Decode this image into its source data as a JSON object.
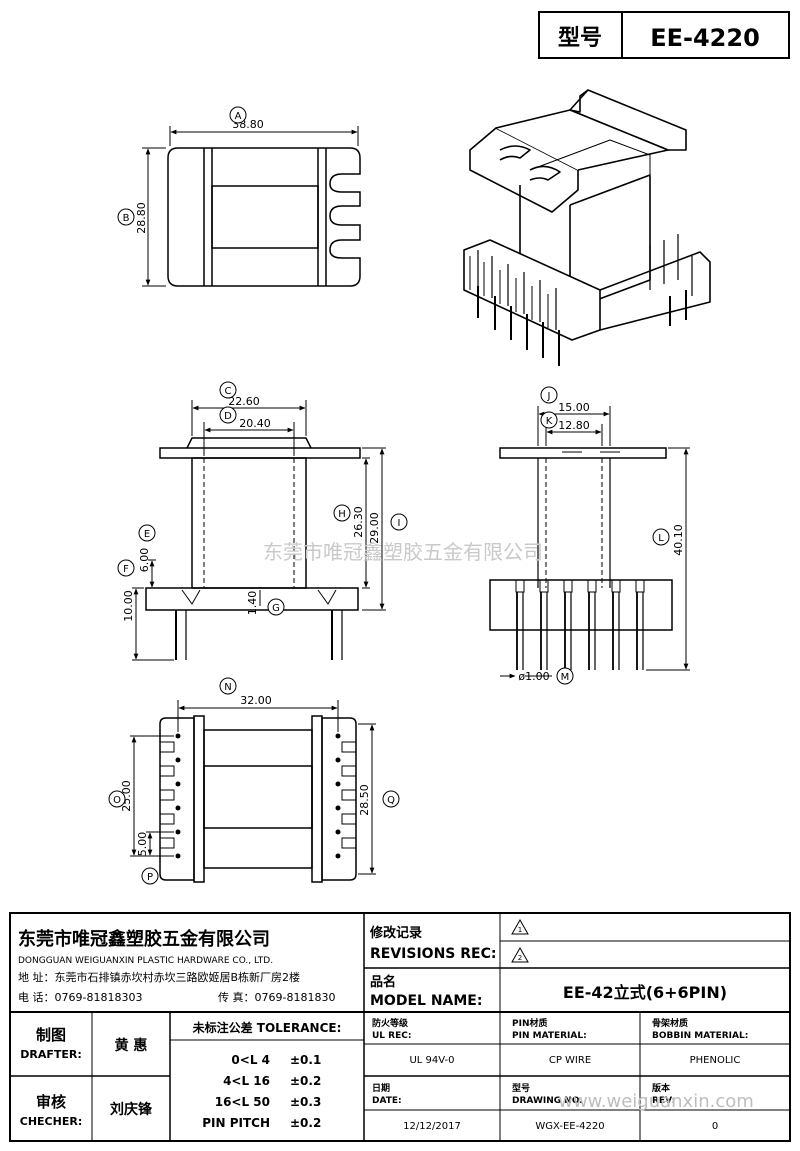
{
  "header": {
    "type_label": "型号",
    "model_code": "EE-4220"
  },
  "dims": {
    "A": "38.80",
    "B": "28.80",
    "C": "22.60",
    "D": "20.40",
    "E": "6.00",
    "F": "10.00",
    "G": "1.40",
    "H": "26.30",
    "I": "29.00",
    "J": "15.00",
    "K": "12.80",
    "L": "40.10",
    "M": "1.00",
    "N": "32.00",
    "O": "25.00",
    "P": "5.00",
    "Q": "28.50"
  },
  "markers": [
    "A",
    "B",
    "C",
    "D",
    "E",
    "F",
    "G",
    "H",
    "I",
    "J",
    "K",
    "L",
    "M",
    "N",
    "O",
    "P",
    "Q"
  ],
  "watermark": "东莞市唯冠鑫塑胶五金有限公司",
  "watermark_url": "www.weiguanxin.com",
  "company": {
    "name_cn": "东莞市唯冠鑫塑胶五金有限公司",
    "name_en": "DONGGUAN WEIGUANXIN PLASTIC HARDWARE CO., LTD.",
    "address": "地  址：东莞市石排镇赤坎村赤坎三路欧姬居B栋新厂房2楼",
    "phone": "电  话：0769-81818303",
    "fax": "传  真：0769-8181830"
  },
  "revisions": {
    "label_cn": "修改记录",
    "label_en": "REVISIONS REC:",
    "mark1": "1",
    "mark2": "2"
  },
  "model": {
    "label_cn": "品名",
    "label_en": "MODEL NAME:",
    "value": "EE-42立式(6+6PIN)"
  },
  "drafter": {
    "label_cn": "制图",
    "label_en": "DRAFTER:",
    "name": "黄  惠"
  },
  "checker": {
    "label_cn": "审核",
    "label_en": "CHECHER:",
    "name": "刘庆锋"
  },
  "tolerance": {
    "title": "未标注公差 TOLERANCE:",
    "rows": [
      {
        "range": "0<L  4",
        "value": "±0.1"
      },
      {
        "range": "4<L  16",
        "value": "±0.2"
      },
      {
        "range": "16<L  50",
        "value": "±0.3"
      },
      {
        "range": "PIN PITCH",
        "value": "±0.2"
      }
    ]
  },
  "specs": {
    "ul_cn": "防火等级",
    "ul_en": "UL REC:",
    "ul_value": "UL 94V-0",
    "pin_cn": "PIN材质",
    "pin_en": "PIN MATERIAL:",
    "pin_value": "CP WIRE",
    "bobbin_cn": "骨架材质",
    "bobbin_en": "BOBBIN MATERIAL:",
    "bobbin_value": "PHENOLIC",
    "date_cn": "日期",
    "date_en": "DATE:",
    "date_value": "12/12/2017",
    "drawing_cn": "型号",
    "drawing_en": "DRAWING NO.",
    "drawing_value": "WGX-EE-4220",
    "rev_cn": "版本",
    "rev_en": "REV:",
    "rev_value": "0"
  }
}
